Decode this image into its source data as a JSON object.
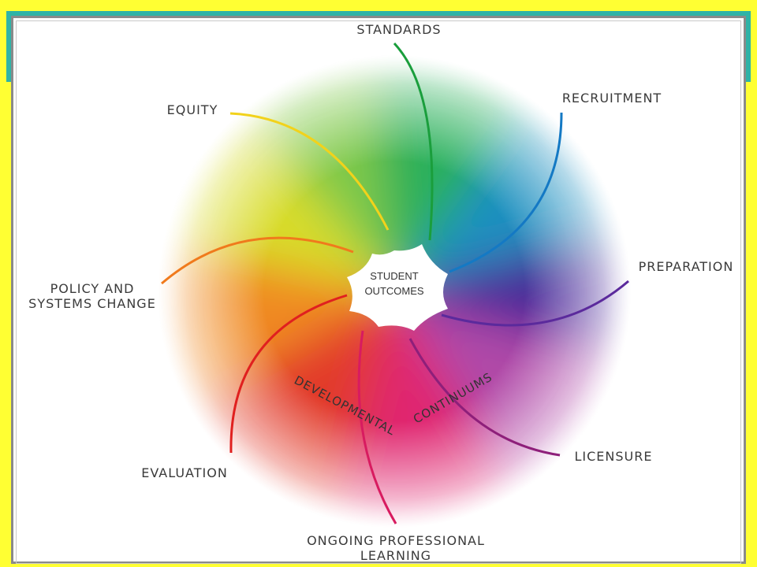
{
  "diagram": {
    "center": {
      "line1": "STUDENT",
      "line2": "OUTCOMES"
    },
    "arc_text": {
      "left": "DEVELOPMENTAL",
      "right": "CONTINUUMS"
    },
    "segments": [
      {
        "id": "standards",
        "label": "STANDARDS",
        "color": "#1a9e3c"
      },
      {
        "id": "recruitment",
        "label": "RECRUITMENT",
        "color": "#1479c4"
      },
      {
        "id": "preparation",
        "label": "PREPARATION",
        "color": "#5b2a9c"
      },
      {
        "id": "licensure",
        "label": "LICENSURE",
        "color": "#8e1f7a"
      },
      {
        "id": "ongoing",
        "label_line1": "ONGOING PROFESSIONAL",
        "label_line2": "LEARNING",
        "color": "#d81b60"
      },
      {
        "id": "evaluation",
        "label": "EVALUATION",
        "color": "#e0201f"
      },
      {
        "id": "policy",
        "label_line1": "POLICY AND",
        "label_line2": "SYSTEMS CHANGE",
        "color": "#f07a1c"
      },
      {
        "id": "equity",
        "label": "EQUITY",
        "color": "#f2d21b"
      }
    ]
  }
}
